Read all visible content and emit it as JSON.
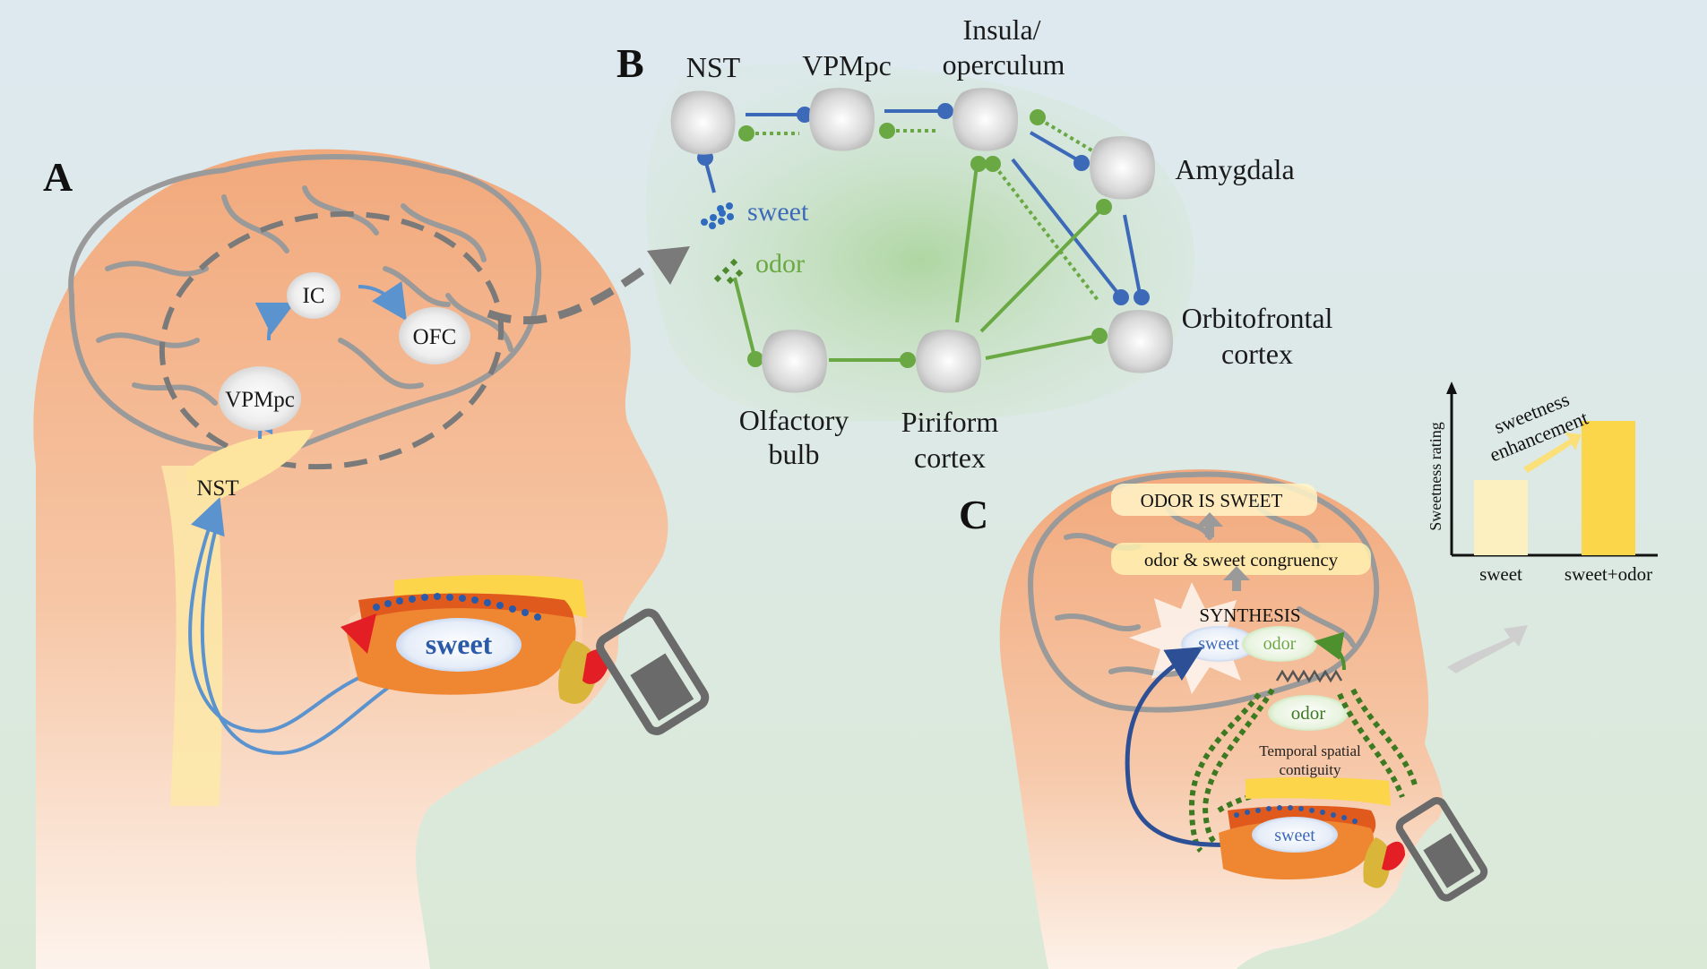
{
  "panels": {
    "a": "A",
    "b": "B",
    "c": "C"
  },
  "panel_a": {
    "regions": {
      "ic": "IC",
      "ofc": "OFC",
      "vpmpc": "VPMpc",
      "nst": "NST"
    },
    "stimulus": "sweet"
  },
  "panel_b": {
    "nodes": {
      "nst": "NST",
      "vpmpc": "VPMpc",
      "insula_1": "Insula/",
      "insula_2": "operculum",
      "amygdala": "Amygdala",
      "ofc_1": "Orbitofrontal",
      "ofc_2": "cortex",
      "olfactory_1": "Olfactory",
      "olfactory_2": "bulb",
      "piriform_1": "Piriform",
      "piriform_2": "cortex"
    },
    "legend": {
      "sweet": "sweet",
      "odor": "odor"
    },
    "colors": {
      "sweet_pathway": "#3d6ab8",
      "odor_pathway": "#6aa843"
    }
  },
  "panel_c": {
    "steps": {
      "top": "ODOR IS SWEET",
      "middle": "odor & sweet congruency",
      "synthesis": "SYNTHESIS"
    },
    "ovals": {
      "sweet": "sweet",
      "odor": "odor",
      "nasal_odor": "odor",
      "mouth_sweet": "sweet"
    },
    "contiguity_1": "Temporal spatial",
    "contiguity_2": "contiguity",
    "chart": {
      "ylabel": "Sweetness rating",
      "annotation_1": "sweetness",
      "annotation_2": "enhancement"
    }
  },
  "chart_data": {
    "type": "bar",
    "categories": [
      "sweet",
      "sweet+odor"
    ],
    "values": [
      0.56,
      1.0
    ],
    "ylabel": "Sweetness rating",
    "colors": [
      "#fdf0c0",
      "#fbd54a"
    ],
    "grid": false
  }
}
